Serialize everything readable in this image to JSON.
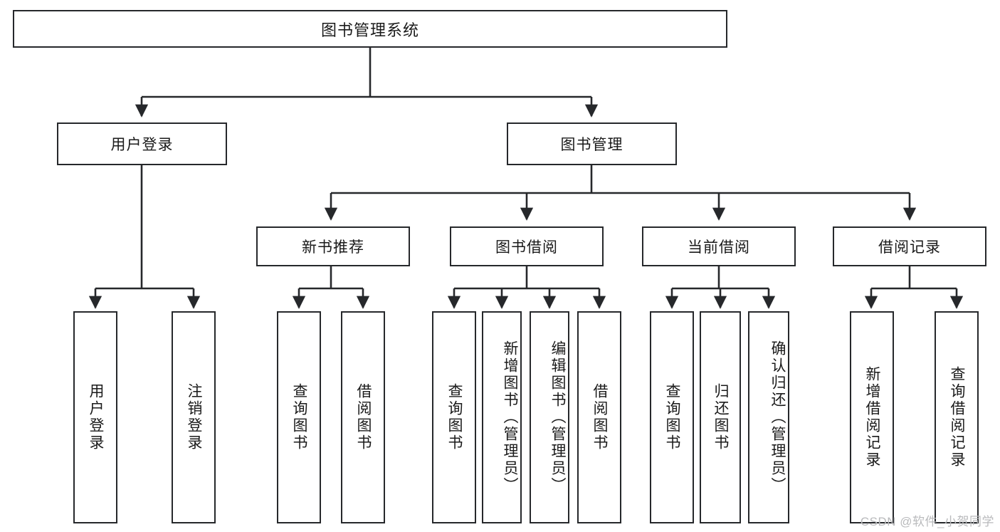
{
  "diagram": {
    "type": "tree-hierarchy-chart",
    "title": "图书管理系统",
    "root": {
      "label": "图书管理系统"
    },
    "level1": [
      {
        "label": "用户登录"
      },
      {
        "label": "图书管理"
      }
    ],
    "level2": [
      {
        "label": "新书推荐"
      },
      {
        "label": "图书借阅"
      },
      {
        "label": "当前借阅"
      },
      {
        "label": "借阅记录"
      }
    ],
    "leaves": [
      {
        "label": "用户登录"
      },
      {
        "label": "注销登录"
      },
      {
        "label": "查询图书"
      },
      {
        "label": "借阅图书"
      },
      {
        "label": "查询图书"
      },
      {
        "label": "新增图书（管理员）"
      },
      {
        "label": "编辑图书（管理员）"
      },
      {
        "label": "借阅图书"
      },
      {
        "label": "查询图书"
      },
      {
        "label": "归还图书"
      },
      {
        "label": "确认归还（管理员）"
      },
      {
        "label": "新增借阅记录"
      },
      {
        "label": "查询借阅记录"
      }
    ]
  },
  "watermark": {
    "text": "CSDN @软件_小贺同学"
  },
  "colors": {
    "stroke": "#26282b",
    "background": "#ffffff",
    "text": "#1a1a1a",
    "watermark": "#b9babc"
  }
}
